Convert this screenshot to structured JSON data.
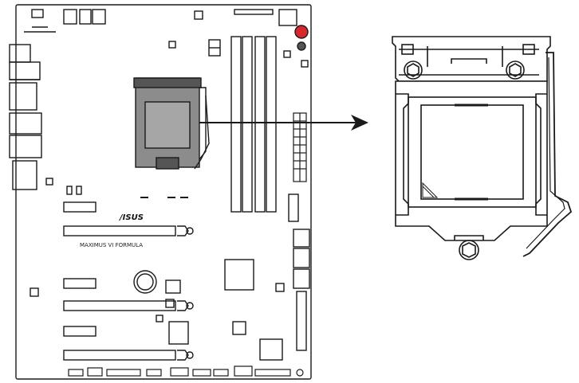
{
  "board": {
    "brand": "/ISUS",
    "model": "MAXIMUS VI FORMULA"
  },
  "callout": {
    "target": "CPU socket LGA1150"
  },
  "colors": {
    "line": "#1a1a1a",
    "socket_fill": "#8c8c8c",
    "socket_dark": "#555555",
    "red_button": "#d8262c",
    "background": "#ffffff"
  },
  "icons": {
    "arrow": "arrow-right-icon",
    "screw": "screw-icon"
  }
}
